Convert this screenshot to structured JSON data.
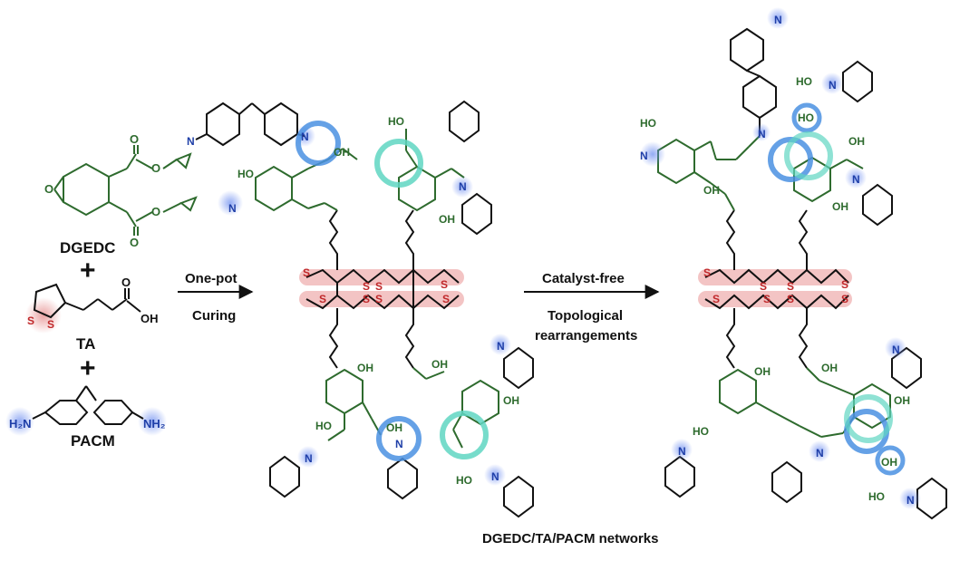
{
  "reactants": {
    "dgedc": "DGEDC",
    "ta": "TA",
    "pacm": "PACM",
    "plus": "+"
  },
  "arrow1": {
    "line1": "One-pot",
    "line2": "Curing"
  },
  "arrow2": {
    "line1": "Catalyst-free",
    "line2": "Topological",
    "line3": "rearrangements"
  },
  "caption": "DGEDC/TA/PACM networks",
  "atoms": {
    "N": "N",
    "S": "S",
    "O": "O",
    "HO": "HO",
    "OH": "OH",
    "NH2_right": "NH₂",
    "NH2_left": "H₂N"
  },
  "colors": {
    "epoxy_green": "#2e6b2e",
    "amine_blue": "#1f3fa8",
    "sulfur_red": "#c0282a",
    "highlight_blue": "#4a90e2",
    "highlight_teal": "#5fd6c2"
  }
}
